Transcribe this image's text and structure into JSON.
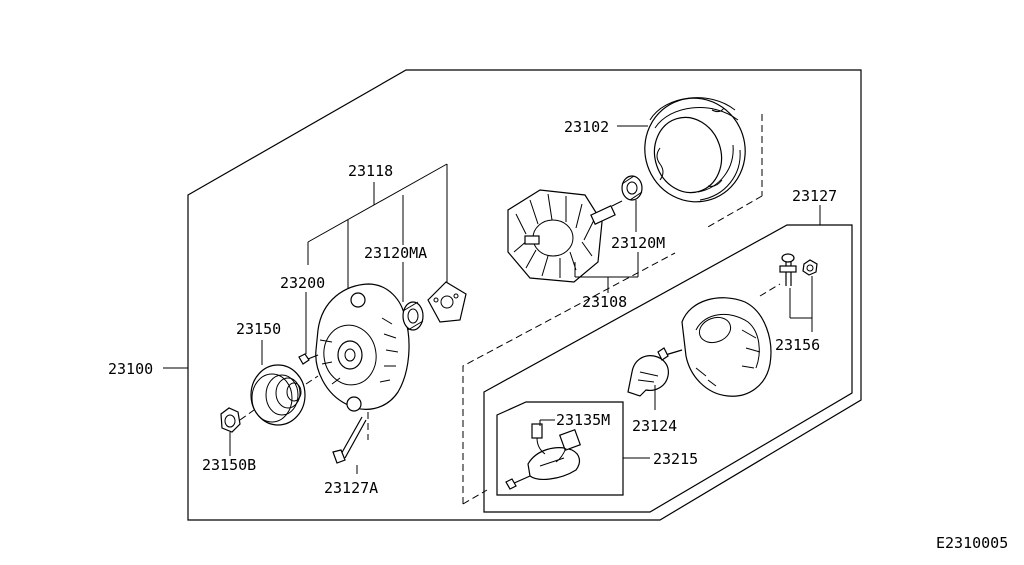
{
  "diagram_id": "E2310005",
  "part_labels": {
    "p23100": "23100",
    "p23118": "23118",
    "p23102": "23102",
    "p23127": "23127",
    "p23200": "23200",
    "p23120MA": "23120MA",
    "p23120M": "23120M",
    "p23108": "23108",
    "p23150": "23150",
    "p23156": "23156",
    "p23135M": "23135M",
    "p23124": "23124",
    "p23215": "23215",
    "p23150B": "23150B",
    "p23127A": "23127A"
  }
}
